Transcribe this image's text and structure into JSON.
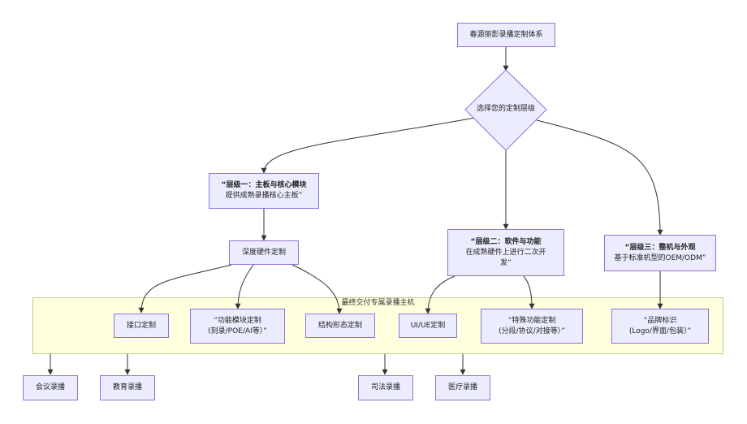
{
  "root": "春源丽影录播定制体系",
  "decision": "选择您的定制层级",
  "level1": {
    "title": "“层级一：主板与核心模块",
    "desc": "提供成熟录播核心主板”"
  },
  "level2": {
    "title": "“层级二：软件与功能",
    "desc1": "在成熟硬件上进行二次开",
    "desc2": "发”"
  },
  "level3": {
    "title": "“层级三：整机与外观",
    "desc": "基于标准机型的OEM/ODM”"
  },
  "deep_hw": "深度硬件定制",
  "cluster_label": "最终交付专属录播主机",
  "interface": "接口定制",
  "func_module": {
    "line1": "“功能模块定制",
    "line2": "(刻录/POE/AI等）”"
  },
  "structure": "结构形态定制",
  "uiue": "UI/UE定制",
  "special_func": {
    "line1": "“特殊功能定制",
    "line2": "(分段/协议/对接等）”"
  },
  "brand": {
    "line1": "“品牌标识",
    "line2": "(Logo/界面/包装）”"
  },
  "out_meeting": "会议录播",
  "out_edu": "教育录播",
  "out_judicial": "司法录播",
  "out_medical": "医疗录播",
  "colors": {
    "node_fill": "#ececff",
    "node_stroke": "#9370db",
    "cluster_fill": "#ffffde",
    "edge": "#333333"
  }
}
